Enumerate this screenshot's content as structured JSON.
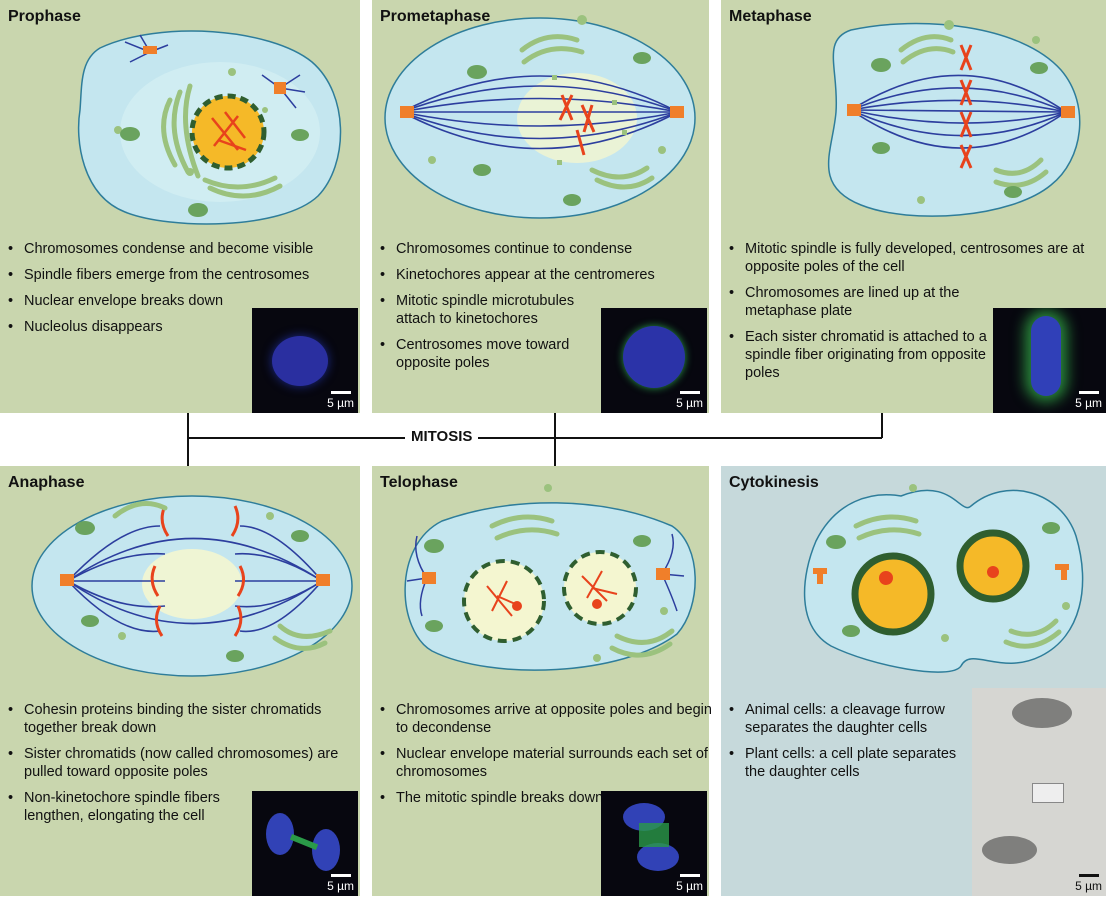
{
  "label_mitosis": "MITOSIS",
  "panels": [
    {
      "title": "Prophase",
      "bullets": [
        "Chromosomes condense and become visible",
        "Spindle fibers emerge from the centrosomes",
        "Nuclear envelope breaks down",
        "Nucleolus disappears"
      ],
      "scale": "5 µm"
    },
    {
      "title": "Prometaphase",
      "bullets": [
        "Chromosomes continue to condense",
        "Kinetochores appear at the centromeres",
        "Mitotic spindle microtubules attach to kinetochores",
        "Centrosomes move toward opposite poles"
      ],
      "scale": "5 µm"
    },
    {
      "title": "Metaphase",
      "bullets": [
        "Mitotic spindle is fully developed, centrosomes are at opposite poles of the cell",
        "Chromosomes are lined up at the metaphase plate",
        "Each sister chromatid is attached to a spindle fiber originating from opposite poles"
      ],
      "scale": "5 µm"
    },
    {
      "title": "Anaphase",
      "bullets": [
        "Cohesin proteins binding the sister chromatids together break down",
        "Sister chromatids (now called chromosomes) are pulled toward opposite poles",
        "Non-kinetochore spindle fibers lengthen, elongating the cell"
      ],
      "scale": "5 µm"
    },
    {
      "title": "Telophase",
      "bullets": [
        "Chromosomes arrive at opposite poles and begin to decondense",
        "Nuclear envelope material surrounds each set of chromosomes",
        "The mitotic spindle breaks down"
      ],
      "scale": "5 µm"
    },
    {
      "title": "Cytokinesis",
      "bullets": [
        "Animal cells: a cleavage furrow separates the daughter cells",
        "Plant cells: a cell plate separates the daughter cells"
      ],
      "scale": "5 µm"
    }
  ],
  "colors": {
    "panel_green": "#c9d6ae",
    "panel_blue": "#c6d9db",
    "cell_fill": "#c4e6ef",
    "cell_stroke": "#2e7d9a",
    "spindle": "#2c3e9e",
    "chromosome": "#e8431c",
    "centrosome": "#f07f2a",
    "nucleus": "#f5b928",
    "envelope": "#2f5e2f",
    "golgi": "#9bc27e"
  }
}
